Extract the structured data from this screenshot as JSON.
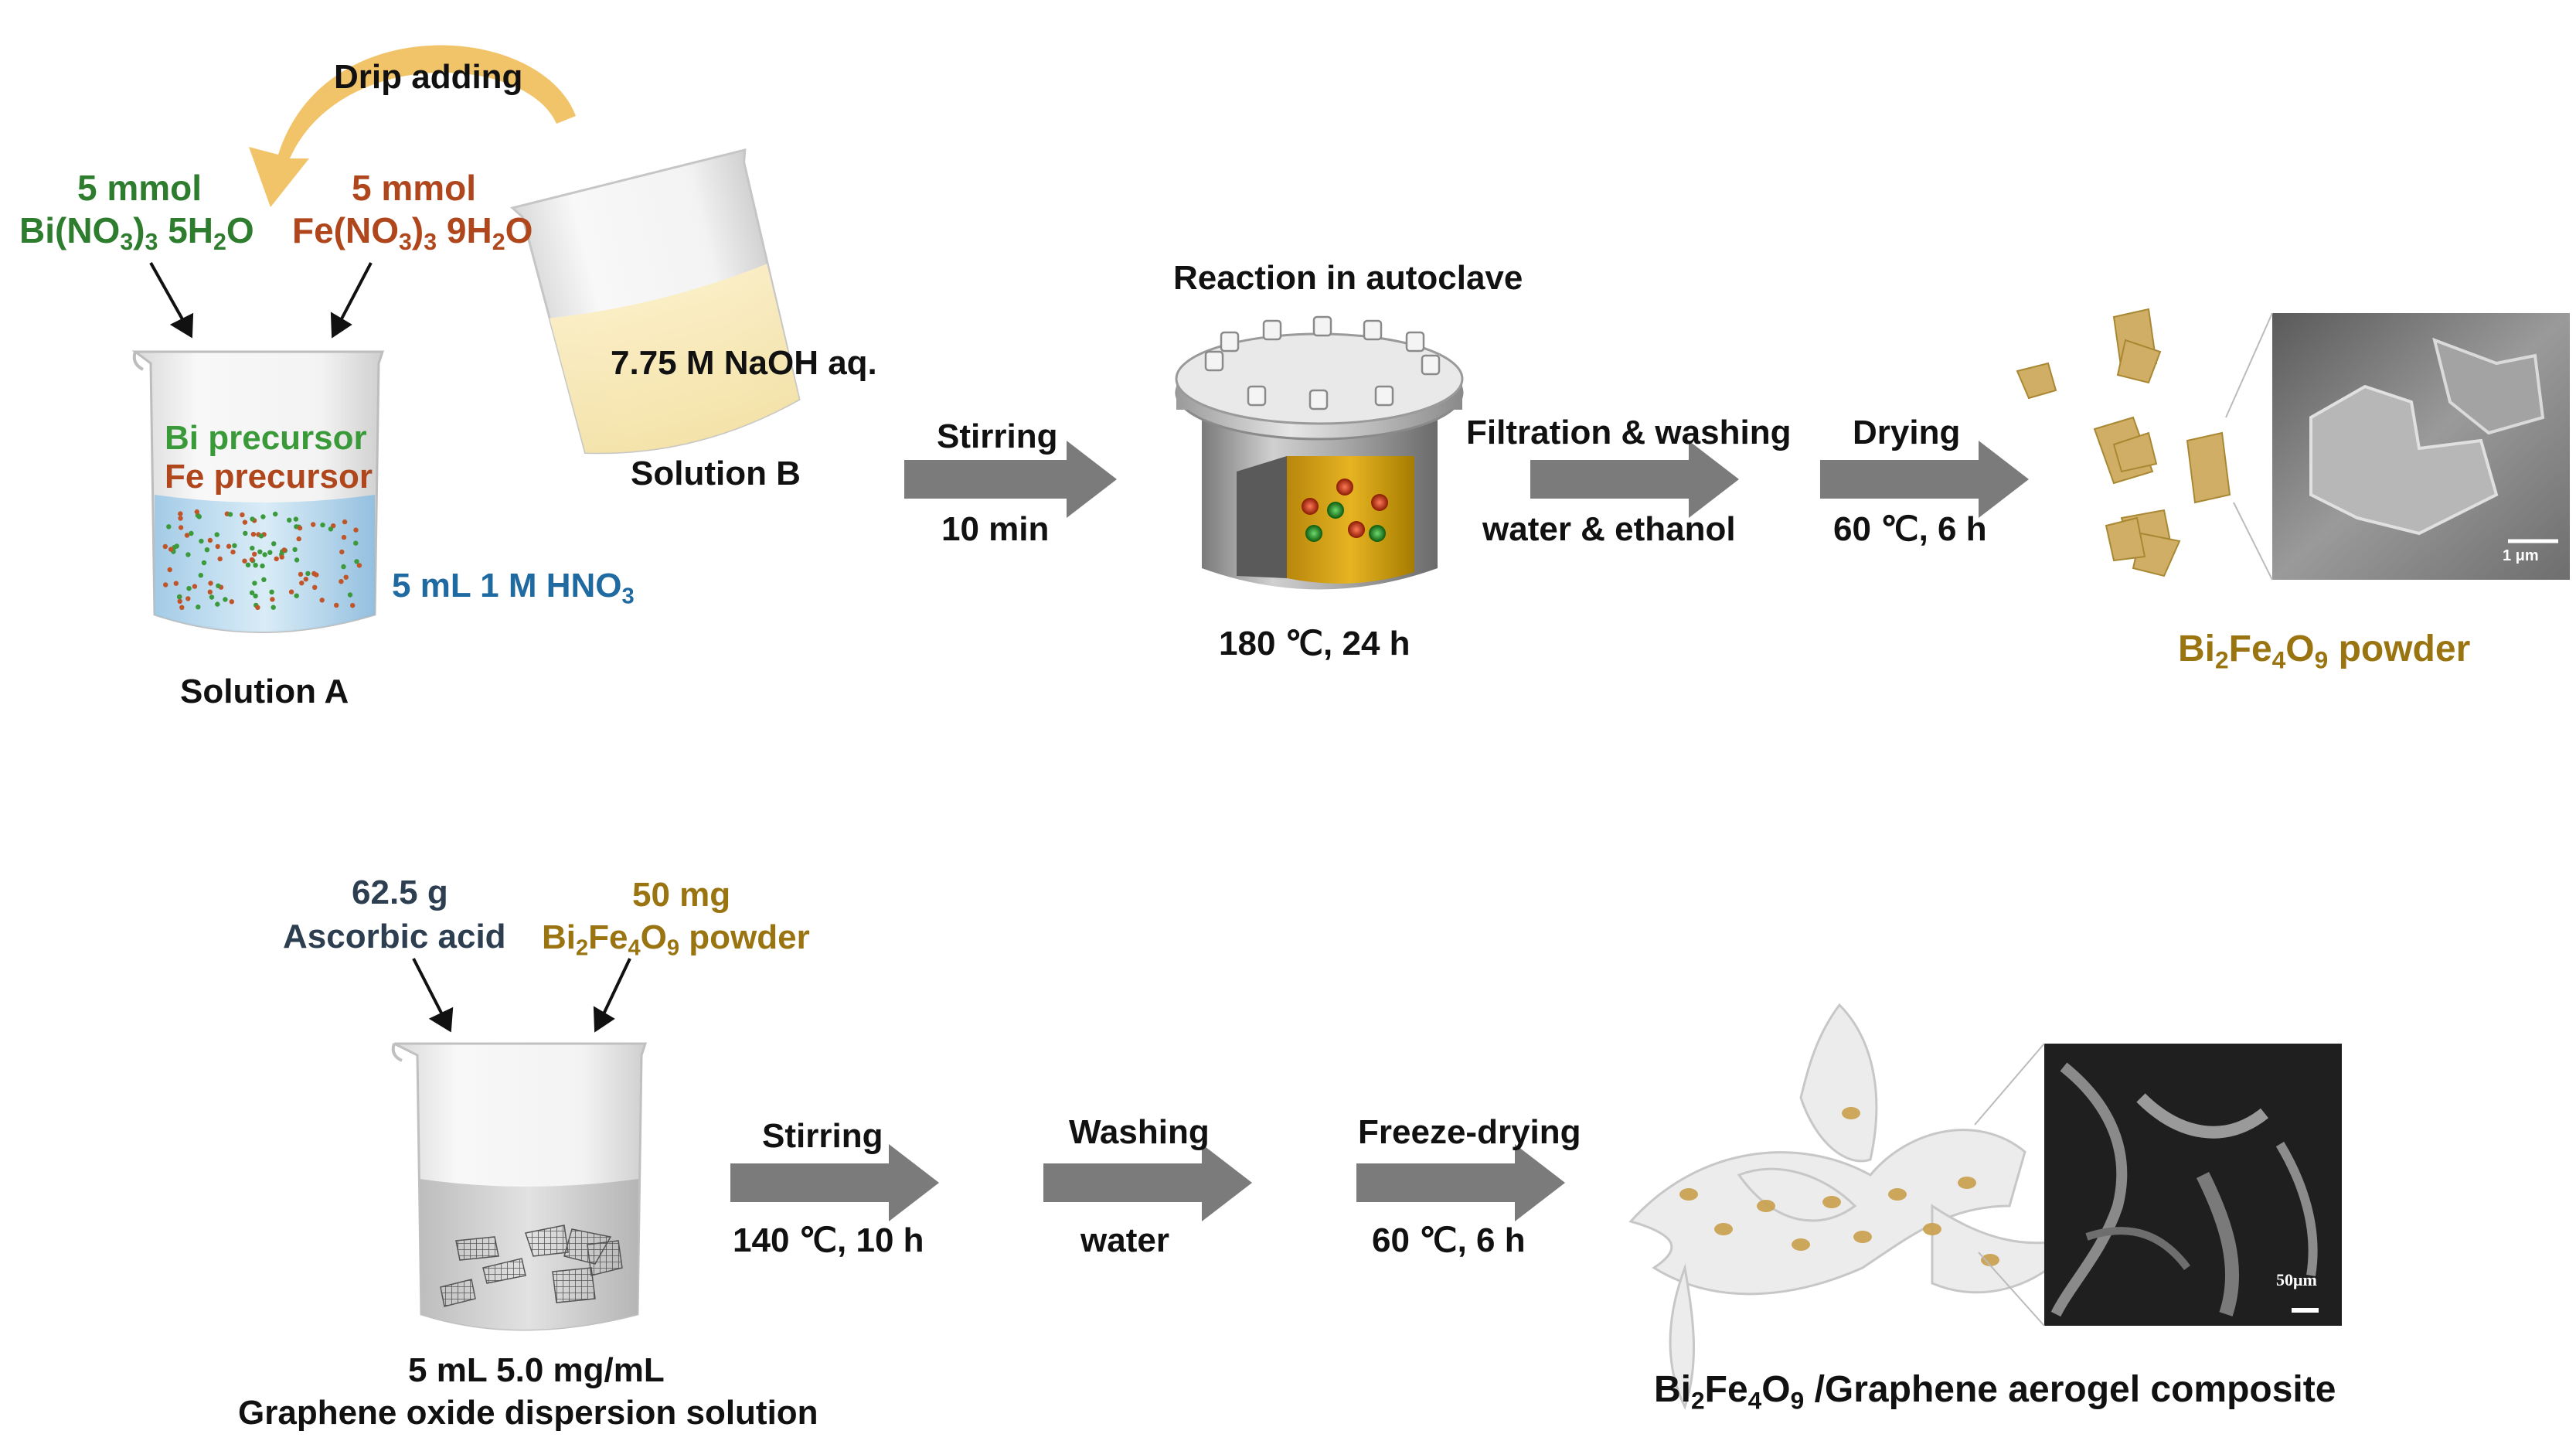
{
  "top": {
    "drip_adding": "Drip adding",
    "bi_amount": "5 mmol",
    "bi_salt": {
      "pre": "Bi(NO",
      "s1": "3",
      "mid": ")",
      "s2": "3",
      "post": " 5H",
      "s3": "2",
      "end": "O"
    },
    "fe_amount": "5 mmol",
    "fe_salt": {
      "pre": "Fe(NO",
      "s1": "3",
      "mid": ")",
      "s2": "3",
      "post": " 9H",
      "s3": "2",
      "end": "O"
    },
    "naoh": "7.75 M NaOH aq.",
    "solution_b": "Solution B",
    "bi_precursor": "Bi precursor",
    "fe_precursor": "Fe precursor",
    "hno3": {
      "pre": "5 mL 1 M HNO",
      "sub": "3"
    },
    "solution_a": "Solution A",
    "stir_top": "Stirring",
    "stir_time": "10 min",
    "autoclave_title": "Reaction in autoclave",
    "autoclave_cond": "180 ℃, 24 h",
    "filtration": "Filtration & washing",
    "filtration_sub": "water & ethanol",
    "drying": "Drying",
    "drying_cond": "60 ℃, 6 h",
    "scale_top": "1 μm",
    "product": {
      "a": "Bi",
      "s1": "2",
      "b": "Fe",
      "s2": "4",
      "c": "O",
      "s3": "9",
      "d": " powder"
    }
  },
  "bottom": {
    "ascorbic_amount": "62.5 g",
    "ascorbic": "Ascorbic acid",
    "bfo_amount": "50 mg",
    "bfo": {
      "a": "Bi",
      "s1": "2",
      "b": "Fe",
      "s2": "4",
      "c": "O",
      "s3": "9",
      "d": " powder"
    },
    "go_conc": "5 mL 5.0 mg/mL",
    "go_name": "Graphene oxide dispersion solution",
    "stir": "Stirring",
    "stir_cond": "140 ℃, 10 h",
    "washing": "Washing",
    "washing_sub": "water",
    "freeze": "Freeze-drying",
    "freeze_cond": "60 ℃, 6 h",
    "scale_bottom": "50μm",
    "product": {
      "a": "Bi",
      "s1": "2",
      "b": "Fe",
      "s2": "4",
      "c": "O",
      "s3": "9",
      "d": " /Graphene aerogel composite"
    }
  },
  "colors": {
    "arrow": "#7b7b7b",
    "green": "#2e7d2e",
    "brown": "#b0461c",
    "gold": "#9a7410",
    "blue": "#1f6aa0",
    "navy": "#2c3e50",
    "drip_arrow": "#f2c46a"
  }
}
